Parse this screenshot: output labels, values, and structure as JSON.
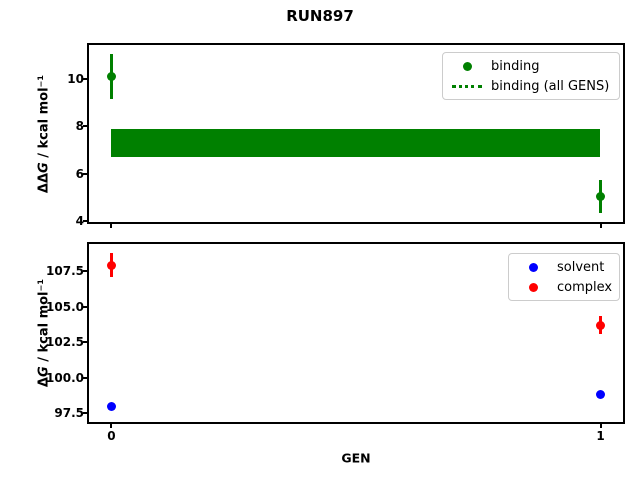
{
  "figure": {
    "title": "RUN897",
    "background": "#ffffff"
  },
  "chart_data": [
    {
      "type": "errorbar",
      "panel": "top",
      "ylabel": {
        "pre": "ΔΔ",
        "var": "G",
        "post": " / kcal mol⁻¹",
        "text": "ΔΔG / kcal mol⁻¹"
      },
      "xlabel": "",
      "xlim": [
        -0.046,
        1.046
      ],
      "ylim": [
        3.97,
        11.43
      ],
      "grid": false,
      "yticks": [
        {
          "v": 4,
          "label": "4"
        },
        {
          "v": 6,
          "label": "6"
        },
        {
          "v": 8,
          "label": "8"
        },
        {
          "v": 10,
          "label": "10"
        }
      ],
      "xticks": [
        {
          "v": 0,
          "label": ""
        },
        {
          "v": 1,
          "label": ""
        }
      ],
      "legend": {
        "position": "upper right",
        "entries": [
          {
            "label": "binding",
            "type": "marker",
            "color": "#008000"
          },
          {
            "label": "binding (all GENS)",
            "type": "dotted-line",
            "color": "#008000"
          }
        ]
      },
      "series": [
        {
          "name": "binding-all-gens",
          "type": "band",
          "color": "#008000",
          "x": [
            0,
            1
          ],
          "low": 6.7,
          "high": 7.9,
          "center": 7.3
        },
        {
          "name": "binding",
          "type": "points",
          "color": "#008000",
          "points": [
            {
              "x": 0,
              "y": 10.1,
              "yerr": 0.95
            },
            {
              "x": 1,
              "y": 5.05,
              "yerr": 0.68
            }
          ]
        }
      ]
    },
    {
      "type": "errorbar",
      "panel": "bottom",
      "ylabel": {
        "pre": "Δ",
        "var": "G",
        "post": " / kcal mol⁻¹",
        "text": "ΔG / kcal mol⁻¹"
      },
      "xlabel": "GEN",
      "xlim": [
        -0.046,
        1.046
      ],
      "ylim": [
        96.9,
        109.4
      ],
      "grid": false,
      "yticks": [
        {
          "v": 97.5,
          "label": "97.5"
        },
        {
          "v": 100.0,
          "label": "100.0"
        },
        {
          "v": 102.5,
          "label": "102.5"
        },
        {
          "v": 105.0,
          "label": "105.0"
        },
        {
          "v": 107.5,
          "label": "107.5"
        }
      ],
      "xticks": [
        {
          "v": 0,
          "label": "0"
        },
        {
          "v": 1,
          "label": "1"
        }
      ],
      "legend": {
        "position": "upper right",
        "entries": [
          {
            "label": "solvent",
            "type": "marker",
            "color": "#0000ff"
          },
          {
            "label": "complex",
            "type": "marker",
            "color": "#ff0000"
          }
        ]
      },
      "series": [
        {
          "name": "solvent",
          "type": "points",
          "color": "#0000ff",
          "points": [
            {
              "x": 0,
              "y": 98.0,
              "yerr": 0.12
            },
            {
              "x": 1,
              "y": 98.8,
              "yerr": 0.12
            }
          ]
        },
        {
          "name": "complex",
          "type": "points",
          "color": "#ff0000",
          "points": [
            {
              "x": 0,
              "y": 107.9,
              "yerr": 0.85
            },
            {
              "x": 1,
              "y": 103.7,
              "yerr": 0.65
            }
          ]
        }
      ]
    }
  ]
}
